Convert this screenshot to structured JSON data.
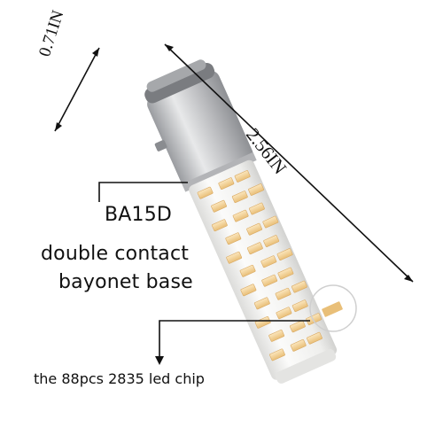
{
  "dimensions": {
    "diameter_label": "0.71IN",
    "length_label": "2.56IN"
  },
  "base": {
    "model": "BA15D",
    "line1": "double contact",
    "line2": "bayonet base"
  },
  "chip": {
    "label": "the 88pcs 2835 led chip"
  },
  "colors": {
    "led_chip": "#f3d39a",
    "ceramic_body": "#f1f1ef",
    "metal_base": "#c9cacc",
    "annotation_line": "#111111"
  }
}
